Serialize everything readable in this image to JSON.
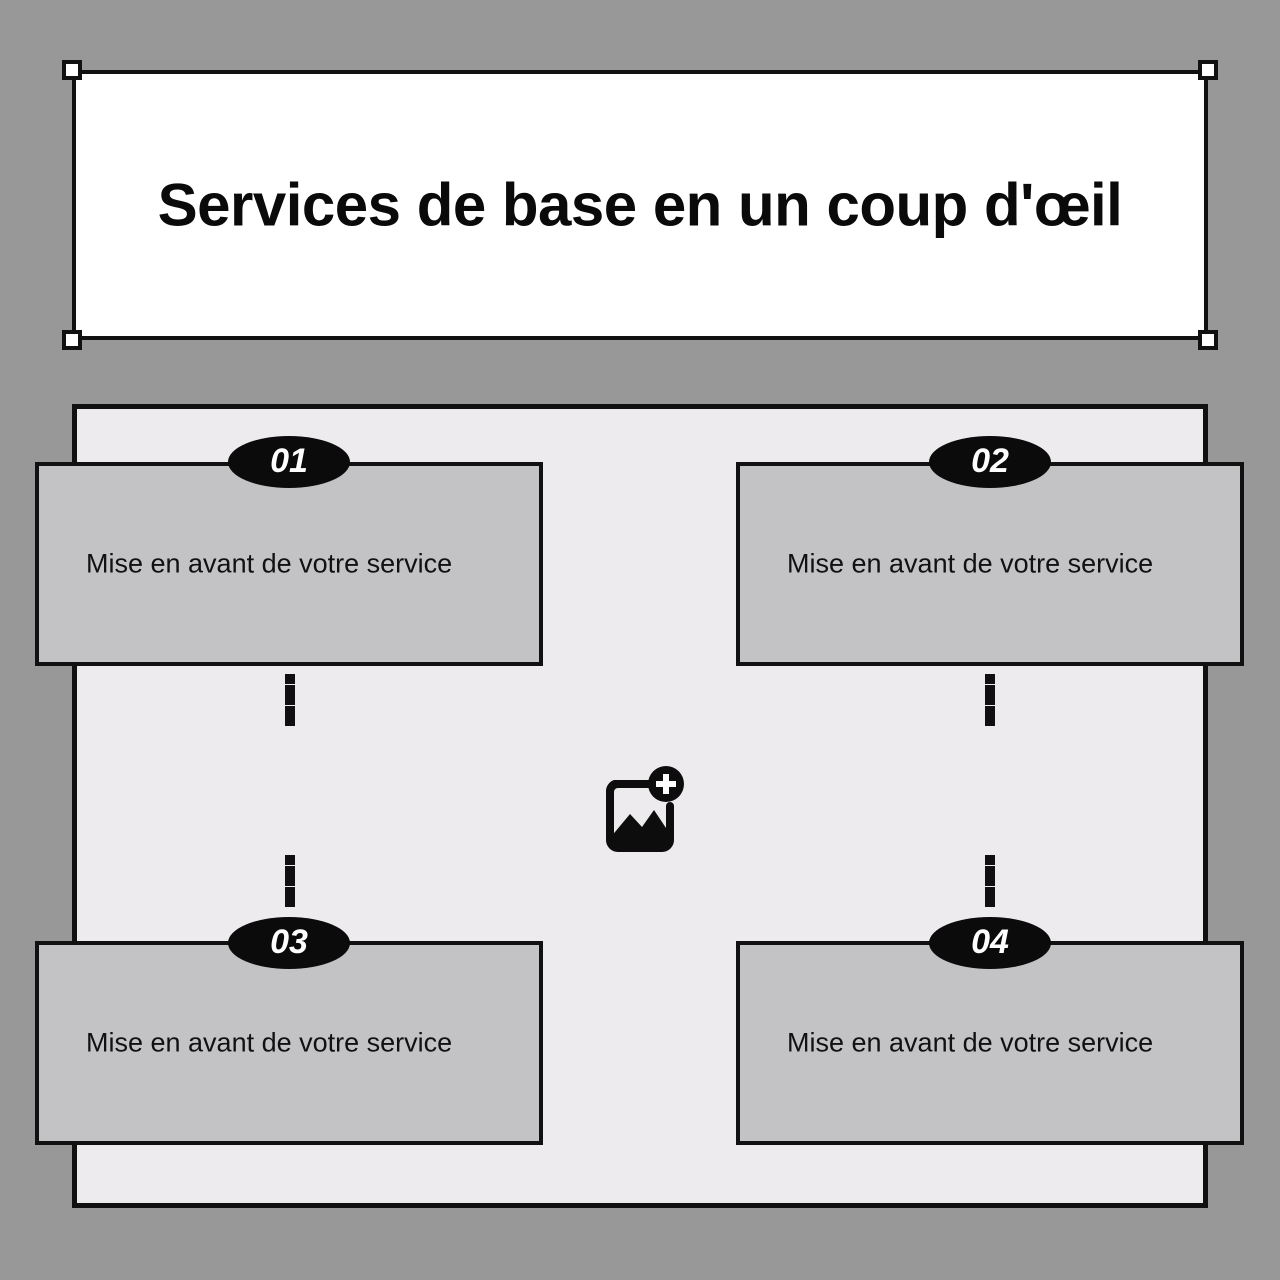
{
  "canvas": {
    "background_color": "#989898",
    "panel_background_color": "#EEEBEF",
    "card_fill_color": "#C3C2C5",
    "badge_color": "#0B0B0B",
    "outline_color": "#111111"
  },
  "title_block": {
    "title": "Services de base en un coup d'œil",
    "selected": true,
    "handles": [
      "top-left",
      "top-right",
      "bottom-left",
      "bottom-right"
    ]
  },
  "diagram": {
    "center_icon": "add-image-icon",
    "cards": [
      {
        "number": "01",
        "text": "Mise en avant de votre service"
      },
      {
        "number": "02",
        "text": "Mise en avant de votre service"
      },
      {
        "number": "03",
        "text": "Mise en avant de votre service"
      },
      {
        "number": "04",
        "text": "Mise en avant de votre service"
      }
    ],
    "connectors": [
      {
        "id": "top-left-connector",
        "dots": 5
      },
      {
        "id": "top-right-connector",
        "dots": 5
      },
      {
        "id": "bottom-left-connector",
        "dots": 5
      },
      {
        "id": "bottom-right-connector",
        "dots": 5
      }
    ]
  }
}
